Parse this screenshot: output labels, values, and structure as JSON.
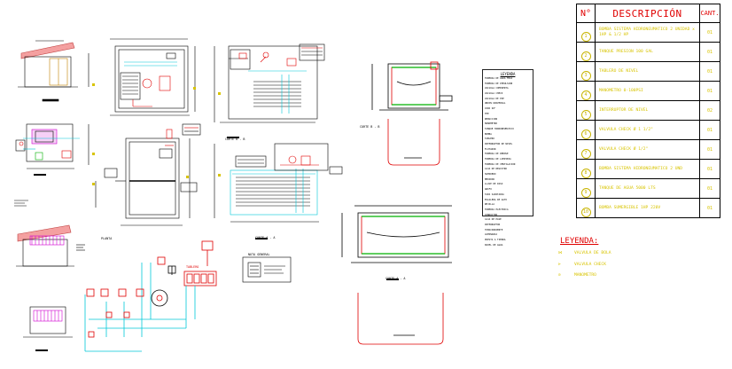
{
  "materials_table": {
    "headers": {
      "number": "N°",
      "description": "DESCRIPCIÓN",
      "quantity": "CANT."
    },
    "rows": [
      {
        "number": "1",
        "description": "BOMBA SISTEMA HIDRONEUMATICO 2 UNIDAD x 1HP & 1/2 HP",
        "quantity": "01"
      },
      {
        "number": "2",
        "description": "TANQUE PRESION 100 GAL",
        "quantity": "01"
      },
      {
        "number": "3",
        "description": "TABLERO DE NIVEL",
        "quantity": "01"
      },
      {
        "number": "4",
        "description": "MANOMETRO 0-100PSI",
        "quantity": "01"
      },
      {
        "number": "5",
        "description": "INTERRUPTOR DE NIVEL",
        "quantity": "02"
      },
      {
        "number": "6",
        "description": "VALVULA CHECK Ø 1 1/2\"",
        "quantity": "01"
      },
      {
        "number": "7",
        "description": "VALVULA CHECK Ø 1/2\"",
        "quantity": "01"
      },
      {
        "number": "8",
        "description": "BOMBA SISTEMA HIDRONEUMATICO 2 UND",
        "quantity": "01"
      },
      {
        "number": "9",
        "description": "TANQUE DE AGUA 5000 LTS",
        "quantity": "01"
      },
      {
        "number": "10",
        "description": "BOMBA SUMERGIBLE 1HP 220V",
        "quantity": "01"
      }
    ]
  },
  "legend": {
    "title": "LEYENDA:",
    "items": [
      {
        "symbol": "⋈",
        "label": "VALVULA DE BOLA"
      },
      {
        "symbol": "⊳",
        "label": "VALVULA CHECK"
      },
      {
        "symbol": "⊘",
        "label": "MANOMETRO"
      }
    ]
  },
  "notes_legend": {
    "title": "LEYENDA",
    "items": [
      "TUBERIA DE AGUA FRIA",
      "TUBERIA DE IMPULSION",
      "VALVULA COMPUERTA",
      "VALVULA CHECK",
      "VALVULA DE PIE",
      "UNION UNIVERSAL",
      "CODO 90°",
      "TEE",
      "REDUCCION",
      "MANOMETRO",
      "TANQUE HIDRONEUMATICO",
      "BOMBA",
      "TABLERO",
      "INTERRUPTOR DE NIVEL",
      "FLOTADOR",
      "TUBERIA DE REBOSE",
      "TUBERIA DE LIMPIEZA",
      "TUBERIA DE VENTILACION",
      "CAJA DE REGISTRO",
      "SUMIDERO",
      "MEDIDOR",
      "LLAVE DE PASO",
      "GRIFO",
      "TAPA SANITARIA",
      "ESCALERA DE GATO",
      "REJILLA",
      "TUBERIA ELECTRICA",
      "CONDUCTOR",
      "CAJA DE PASE",
      "INTERRUPTOR",
      "TOMACORRIENTE",
      "LUMINARIA",
      "PUESTA A TIERRA",
      "NIVEL DE AGUA"
    ]
  },
  "labels": {
    "section_b": "CORTE B - B",
    "section_aa": "CORTE A - A",
    "plan": "PLANTA",
    "section_b2": "CORTE B - B",
    "section_a2": "CORTE A - A",
    "panel": "TABLERO",
    "note": "NOTA GENERAL"
  },
  "colors": {
    "red": "#e00000",
    "cyan": "#00c8d8",
    "green": "#00b000",
    "yellow": "#d8c400",
    "magenta": "#d000d0",
    "black": "#000000"
  }
}
